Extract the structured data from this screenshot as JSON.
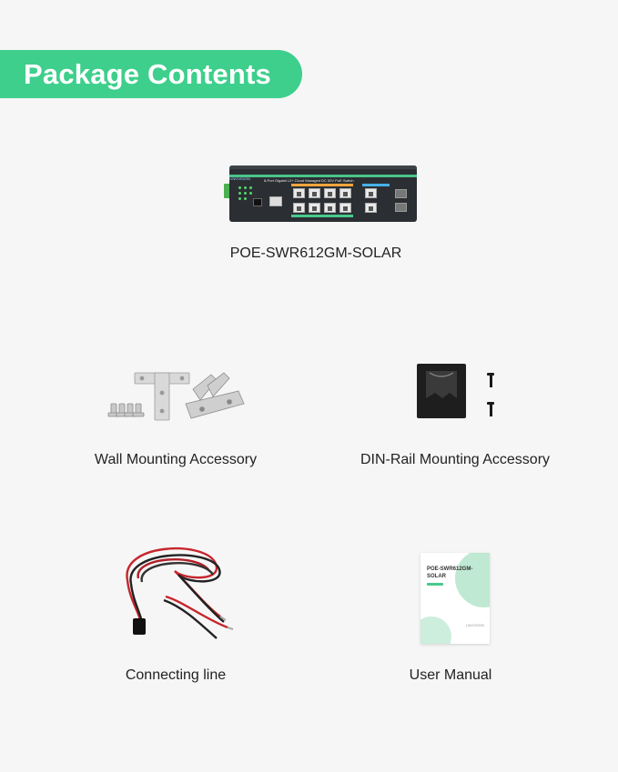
{
  "header": {
    "title": "Package Contents"
  },
  "switch": {
    "caption": "POE-SWR612GM-SOLAR",
    "brand": "LINOVISION",
    "label": "8-Port Gigabit L2+ Cloud Managed DC 52V PoE Switch"
  },
  "items": [
    {
      "caption": "Wall Mounting Accessory"
    },
    {
      "caption": "DIN-Rail Mounting Accessory"
    },
    {
      "caption": "Connecting line"
    },
    {
      "caption": "User Manual"
    }
  ],
  "manual": {
    "cover_title_line1": "POE-SWR612GM-",
    "cover_title_line2": "SOLAR",
    "cover_brand": "LINOVISION"
  },
  "colors": {
    "accent": "#3ecf8c",
    "background": "#f6f6f6"
  }
}
